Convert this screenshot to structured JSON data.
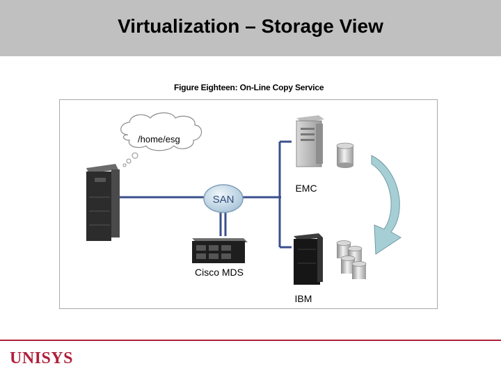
{
  "slide": {
    "title": "Virtualization –  Storage View",
    "figure_caption": "Figure Eighteen: On-Line Copy Service",
    "logo": "UNISYS"
  },
  "diagram": {
    "host_path": "/home/esg",
    "san_label": "SAN",
    "switch_label": "Cisco MDS",
    "storage_top_label": "EMC",
    "storage_bottom_label": "IBM"
  },
  "colors": {
    "header_bg": "#c0c0c0",
    "accent": "#b0203a",
    "link_line": "#3a4f8c",
    "copy_arrow": "#a6cfd5"
  }
}
